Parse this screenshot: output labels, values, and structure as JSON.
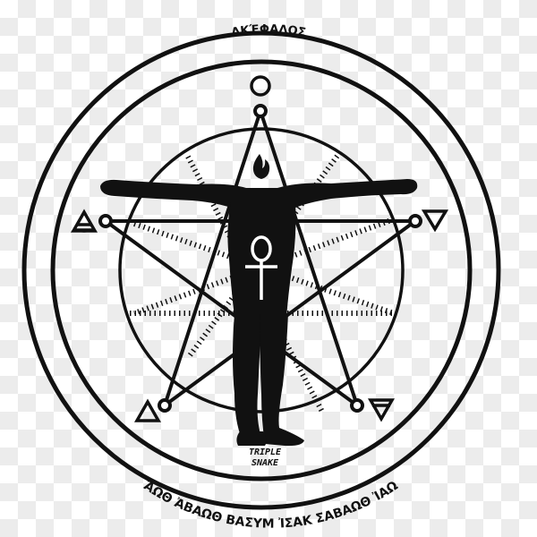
{
  "emblem": {
    "top_inscription": "ΑΚΈΦΑΛΟΣ",
    "bottom_inscription": "ΆΩΘ ἈΒΑΩΘ ΒΑΣΥΜ ἸΣΑΚ ΣΑΒΑΩΘ ἸΑΩ",
    "brand_line1": "TRIPLE",
    "brand_line2": "SNAKE",
    "colors": {
      "ink": "#111111",
      "background_light": "#ffffff",
      "background_checker": "#ececec"
    },
    "center_symbol": "ankh-icon",
    "head_symbol": "flame-icon",
    "top_symbol": "circle-icon",
    "elements": {
      "left": "fire-triangle-with-bar (air)",
      "right": "inverted-triangle (water)",
      "bottom_left": "triangle (fire)",
      "bottom_right": "inverted-triangle-with-bar (earth)"
    }
  }
}
